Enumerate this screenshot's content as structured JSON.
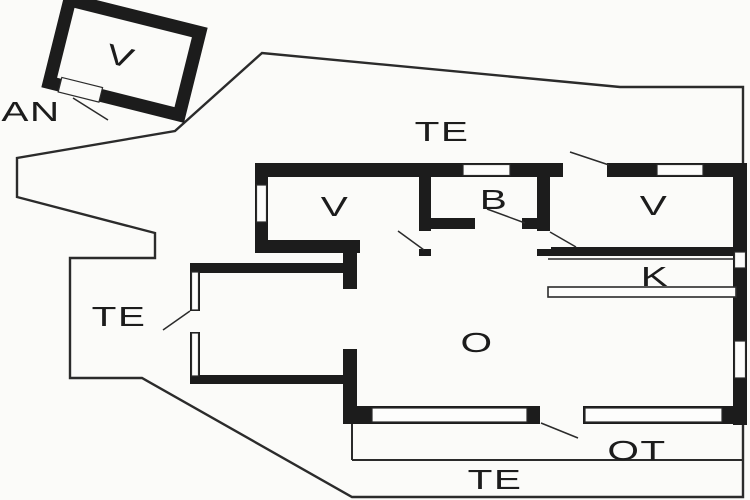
{
  "plan": {
    "title_hint": "floor-plan",
    "colors": {
      "background": "#fbfbf9",
      "wall": "#1c1c1c",
      "thin_line": "#2b2b2b"
    },
    "labels": {
      "annex_entry": "AN",
      "annex_room": "V",
      "terrace_top": "TE",
      "bedroom_left": "V",
      "bathroom": "B",
      "bedroom_right": "V",
      "kitchen": "K",
      "terrace_left": "TE",
      "living_room": "O",
      "covered_terrace": "OT",
      "terrace_bottom": "TE"
    }
  }
}
